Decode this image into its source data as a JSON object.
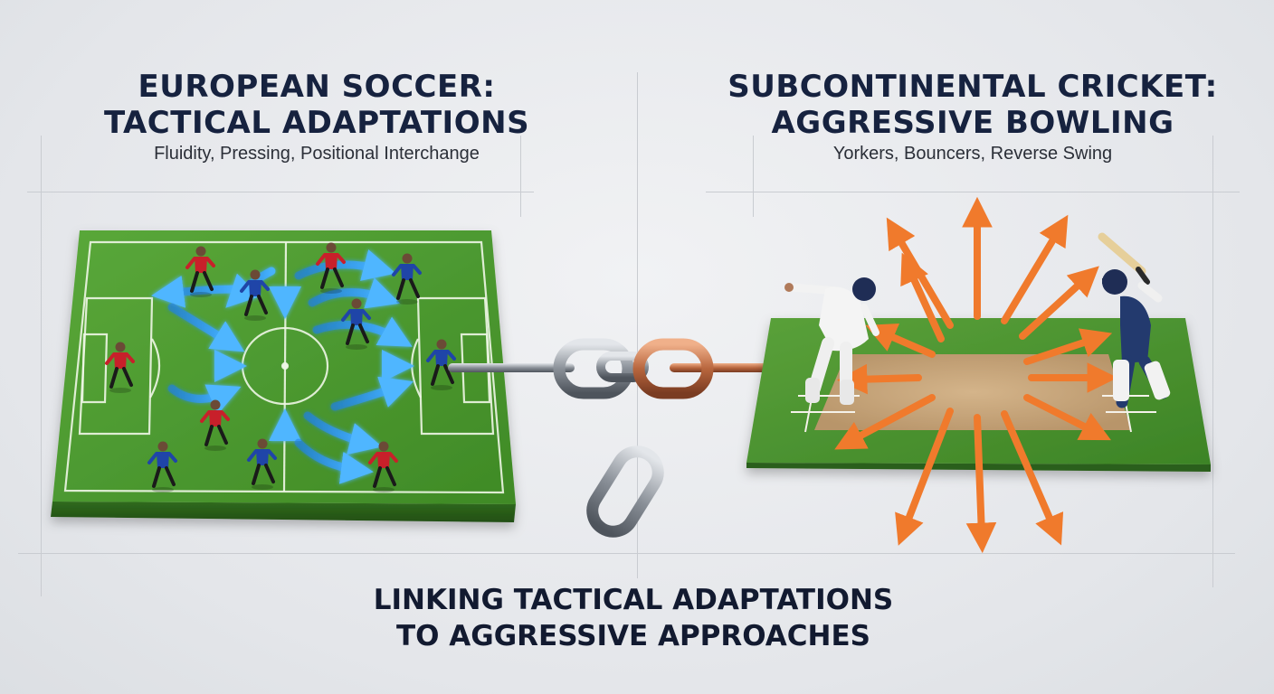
{
  "left_panel": {
    "title_line1": "EUROPEAN SOCCER:",
    "title_line2": "TACTICAL ADAPTATIONS",
    "subtitle": "Fluidity, Pressing, Positional Interchange"
  },
  "right_panel": {
    "title_line1": "SUBCONTINENTAL CRICKET:",
    "title_line2": "AGGRESSIVE BOWLING",
    "subtitle": "Yorkers, Bouncers, Reverse Swing"
  },
  "caption": {
    "line1": "LINKING TACTICAL ADAPTATIONS",
    "line2": "TO AGGRESSIVE APPROACHES"
  },
  "colors": {
    "title": "#16223f",
    "soccer_pitch": "#4f9a2e",
    "red_team": "#c8202a",
    "blue_team": "#1f45a8",
    "flow_arrows": "#2e9bff",
    "bowling_arrows": "#f07a2c",
    "cricket_pitch": "#c9a77a",
    "chain_steel": "#9aa0a8",
    "chain_copper": "#c8764a"
  },
  "icons": [
    "soccer-pitch",
    "soccer-player-icon",
    "flow-arrow-icon",
    "chain-link-icon",
    "cricket-batsman-icon",
    "cricket-bowler-icon",
    "bowling-arrow-icon"
  ]
}
